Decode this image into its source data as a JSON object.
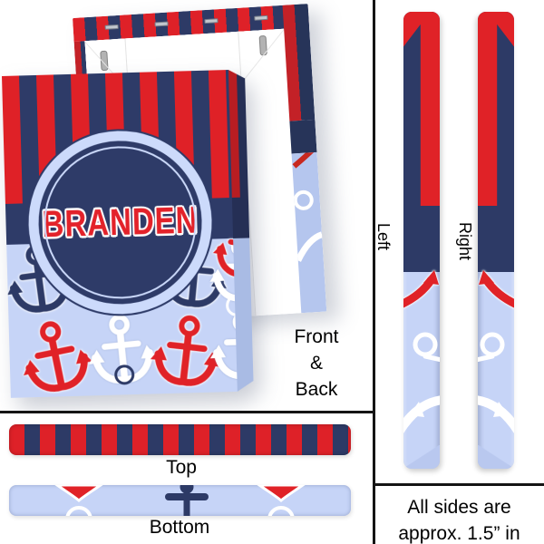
{
  "personalization": {
    "name": "BRANDEN"
  },
  "views": {
    "front_back_lines": [
      "Front",
      "&",
      "Back"
    ],
    "top_label": "Top",
    "bottom_label": "Bottom",
    "left_label": "Left",
    "right_label": "Right"
  },
  "note_lines": [
    "All sides are",
    "approx. 1.5” in"
  ],
  "colors": {
    "red": "#e02227",
    "navy": "#2d3a66",
    "periwinkle": "#c6d4f7",
    "ring_light": "#ccdafb",
    "frame_white": "#ffffff",
    "wood_tan": "#cbaa7d"
  },
  "icons": {
    "anchor-icon": "nautical anchor shape",
    "ring-icon": "small circle outline",
    "staple-icon": "metal staple bar",
    "keyhole-icon": "frame hanger slot"
  }
}
